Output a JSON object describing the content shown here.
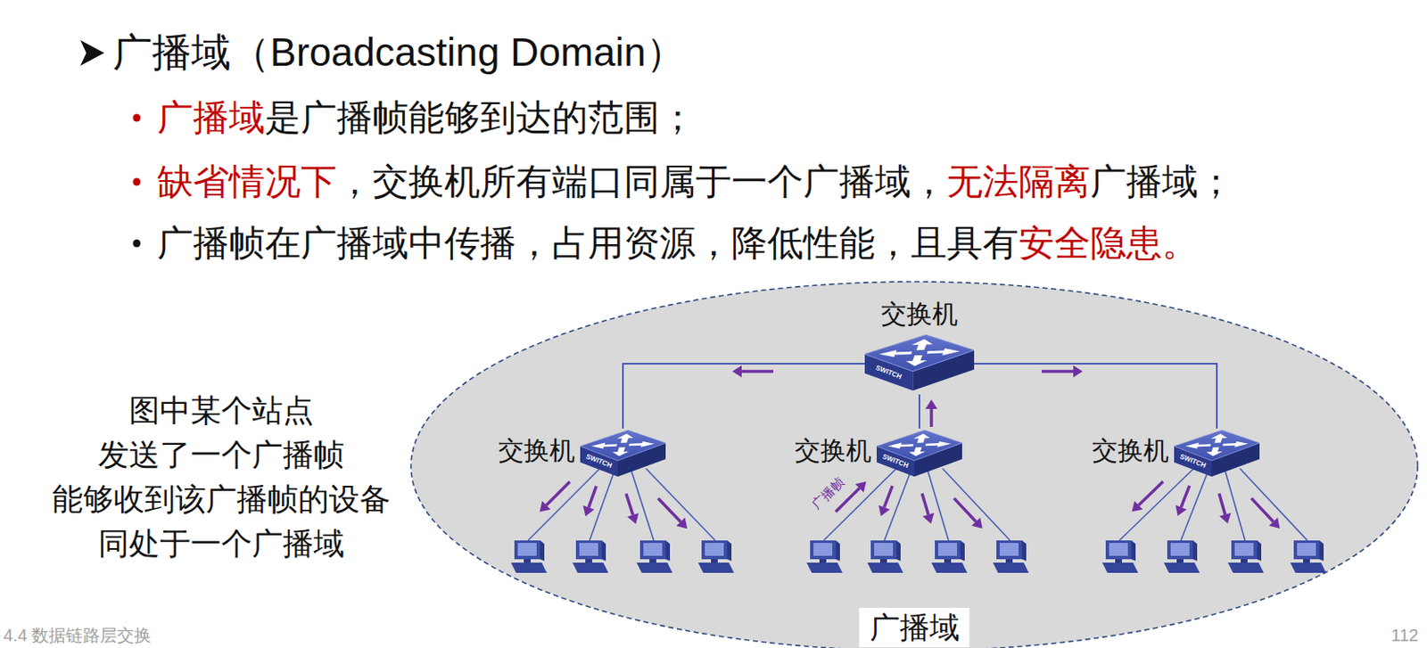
{
  "diagram": {
    "title": "广播域（Broadcasting Domain）",
    "nodes": [
      {
        "text": [
          "广播域"
        ]
      },
      {
        "text": [
          "交换机",
          "SWITCH"
        ],
        "in": 0
      },
      {
        "text": [
          "交换机",
          "SWITCH"
        ],
        "in": 0
      },
      {
        "text": [
          "交换机",
          "SWITCH"
        ],
        "in": 0
      },
      {
        "text": [
          "交换机",
          "SWITCH"
        ],
        "in": 0
      }
    ],
    "edges": [
      {
        "from": 1,
        "to": 2,
        "arrow": "none"
      },
      {
        "from": 1,
        "to": 3,
        "arrow": "none"
      },
      {
        "from": 1,
        "to": 4,
        "arrow": "none"
      }
    ],
    "labels": [
      "广播域",
      "是广播帧能够到达的范围；",
      "缺省情况下",
      "，交换机所有端口同属于一个广播域，",
      "无法隔离",
      "广播域；",
      "广播帧在广播域中传播，占用资源，降低性能，且具有",
      "安全隐患。",
      "图中某个站点",
      "发送了一个广播帧",
      "能够收到该广播帧的设备",
      "同处于一个广播域",
      "广播帧",
      "4.4 数据链路层交换",
      "112"
    ]
  }
}
